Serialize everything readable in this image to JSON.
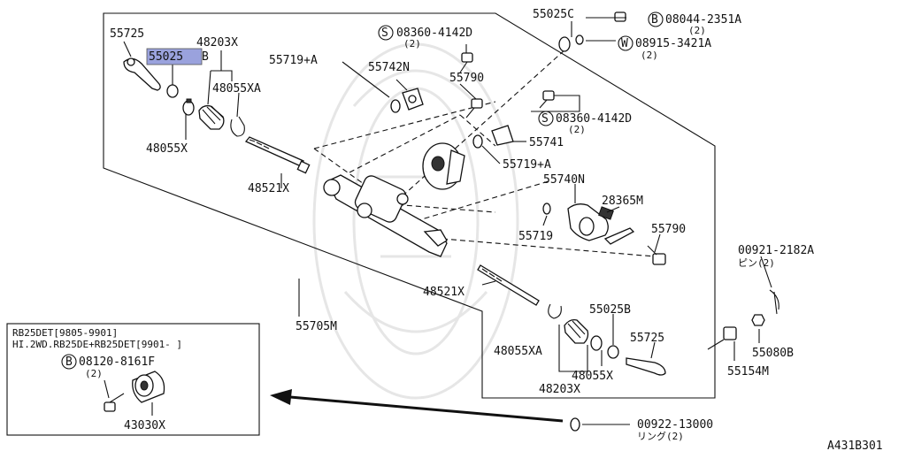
{
  "labels": {
    "p55725_top": "55725",
    "p55025b_top": "55025",
    "p55025b_top_suffix": "B",
    "p48203x_top": "48203X",
    "p48055xa_top": "48055XA",
    "p48055x_top": "48055X",
    "p48521x_top": "48521X",
    "p55719a_top": "55719+A",
    "p55742n": "55742N",
    "p08360_top": "08360-4142D",
    "p08360_top_qty": "(2)",
    "p55790_top": "55790",
    "p55025c": "55025C",
    "p08044": "08044-2351A",
    "p08044_qty": "(2)",
    "p08915": "08915-3421A",
    "p08915_qty": "(2)",
    "p08360_mid": "08360-4142D",
    "p08360_mid_qty": "(2)",
    "p55741": "55741",
    "p55719a_mid": "55719+A",
    "p55740n": "55740N",
    "p28365m": "28365M",
    "p55719": "55719",
    "p55790_bot": "55790",
    "p00921": "00921-2182A",
    "p00921_sub": "ピン(2)",
    "p48521x_bot": "48521X",
    "p55025b_bot": "55025B",
    "p55725_bot": "55725",
    "p48055xa_bot": "48055XA",
    "p48055x_bot": "48055X",
    "p48203x_bot": "48203X",
    "p55154m": "55154M",
    "p55080b": "55080B",
    "p55705m": "55705M",
    "p00922": "00922-13000",
    "p00922_sub": "リング(2)",
    "diagram_code": "A431B301"
  },
  "circled": {
    "s": "S",
    "b": "B",
    "w": "W"
  },
  "inset": {
    "line1": "RB25DET[9805-9901]",
    "line2": "HI.2WD.RB25DE+RB25DET[9901- ]",
    "bolt": "08120-8161F",
    "bolt_qty": "(2)",
    "mount": "43030X"
  },
  "highlight_color": "#9aa2dd"
}
